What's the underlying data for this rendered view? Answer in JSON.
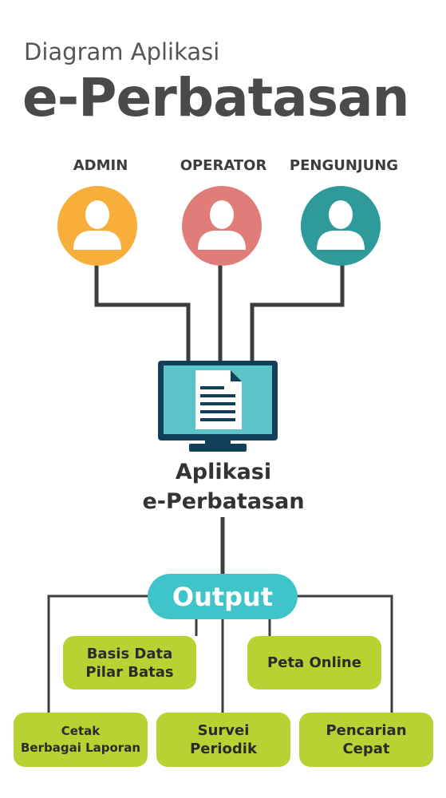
{
  "header": {
    "subtitle": "Diagram Aplikasi",
    "title": "e-Perbatasan"
  },
  "roles": [
    {
      "label": "ADMIN",
      "color": "#f8ae3b"
    },
    {
      "label": "OPERATOR",
      "color": "#e07d78"
    },
    {
      "label": "PENGUNJUNG",
      "color": "#2f9a9a"
    }
  ],
  "app": {
    "line1": "Aplikasi",
    "line2": "e-Perbatasan",
    "monitor_frame_color": "#123f5c",
    "monitor_screen_color": "#5bc4c9"
  },
  "output": {
    "label": "Output",
    "color": "#3ec4c9"
  },
  "outputs": [
    {
      "line1": "Basis Data",
      "line2": "Pilar Batas"
    },
    {
      "line1": "Peta Online",
      "line2": ""
    },
    {
      "line1": "Cetak",
      "line2": "Berbagai Laporan"
    },
    {
      "line1": "Survei",
      "line2": "Periodik"
    },
    {
      "line1": "Pencarian",
      "line2": "Cepat"
    }
  ],
  "colors": {
    "connector": "#3d3d3d",
    "output_box": "#b9d233"
  }
}
